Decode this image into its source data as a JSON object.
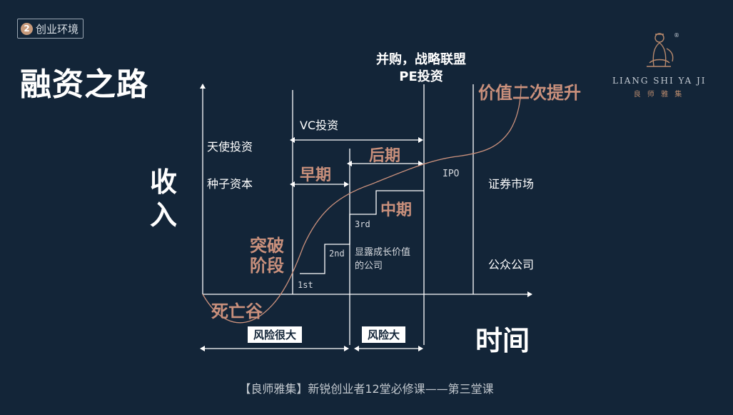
{
  "badge": {
    "number": "2",
    "label": "创业环境"
  },
  "title": "融资之路",
  "axes": {
    "y_label": [
      "收",
      "入"
    ],
    "x_label": "时间"
  },
  "labels": {
    "angel": "天使投资",
    "seed": "种子资本",
    "vc": "VC投资",
    "ma_line1": "并购，战略联盟",
    "ma_line2": "PE投资",
    "value_rise": "价值二次提升",
    "early": "早期",
    "late": "后期",
    "mid": "中期",
    "breakthrough_line1": "突破",
    "breakthrough_line2": "阶段",
    "death_valley": "死亡谷",
    "ipo": "IPO",
    "securities": "证券市场",
    "public": "公众公司",
    "growth_line1": "显露成长价值",
    "growth_line2": "的公司",
    "round_1": "1st",
    "round_2": "2nd",
    "round_3": "3rd",
    "risk_high": "风险很大",
    "risk_big": "风险大"
  },
  "logo": {
    "text": "LIANG SHI YA JI",
    "sub": "良 师 雅 集",
    "mark": "®"
  },
  "footer": "【良师雅集】新锐创业者12堂必修课——第三堂课",
  "colors": {
    "background": "#132538",
    "accent": "#c9907c",
    "text": "#ffffff"
  }
}
